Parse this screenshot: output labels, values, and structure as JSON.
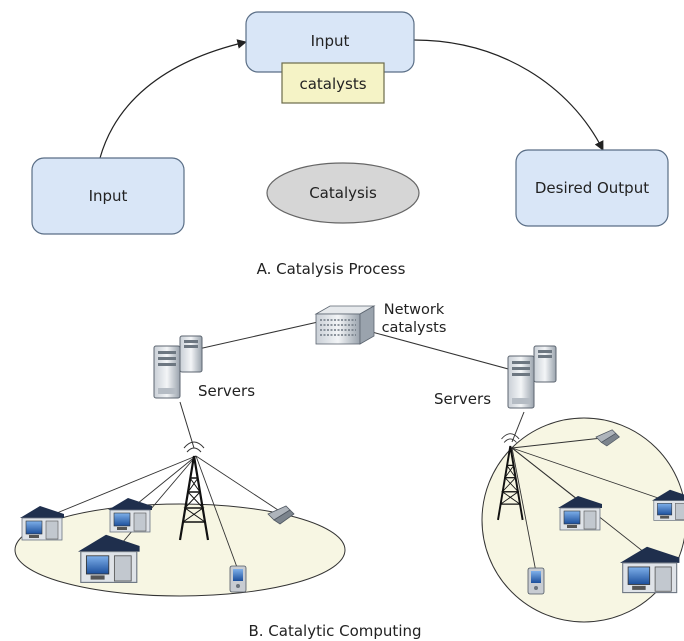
{
  "process": {
    "top_input": "Input",
    "catalysts": "catalysts",
    "left_input": "Input",
    "catalysis": "Catalysis",
    "desired_output": "Desired Output",
    "caption": "A. Catalysis Process"
  },
  "computing": {
    "network_line1": "Network",
    "network_line2": "catalysts",
    "servers_left": "Servers",
    "servers_right": "Servers",
    "caption": "B. Catalytic Computing"
  },
  "colors": {
    "box_fill": "#d9e6f7",
    "box_stroke": "#5a6e86",
    "catalyst_fill": "#f5f3c6",
    "ellipse_fill": "#d6d6d6",
    "network_fill": "#f7f6e3"
  }
}
